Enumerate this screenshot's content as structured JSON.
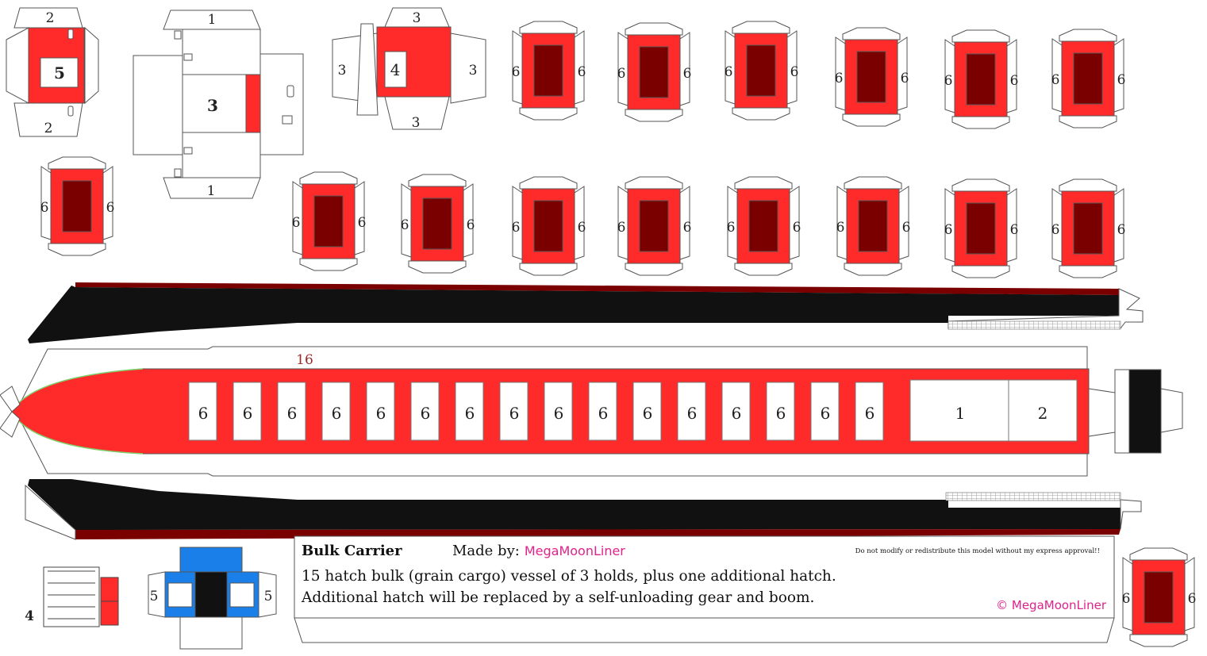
{
  "colors": {
    "red": "#ff2a2a",
    "dark_red": "#7a0000",
    "hull_black": "#111111",
    "blue": "#1a7fe8",
    "magenta": "#e0228a",
    "outline": "#555555"
  },
  "part_numbers": {
    "p1": "1",
    "p2": "2",
    "p3": "3",
    "p4": "4",
    "p5": "5",
    "p6": "6",
    "p16": "16"
  },
  "info": {
    "title": "Bulk Carrier",
    "made_by_label": "Made by:",
    "author": "MegaMoonLiner",
    "notice": "Do not modify or redistribute this model without my express approval!!",
    "description_line1": "15 hatch bulk (grain cargo) vessel of 3 holds, plus one additional hatch.",
    "description_line2": "Additional hatch will be replaced by a self-unloading gear and boom.",
    "copyright": "© MegaMoonLiner"
  }
}
